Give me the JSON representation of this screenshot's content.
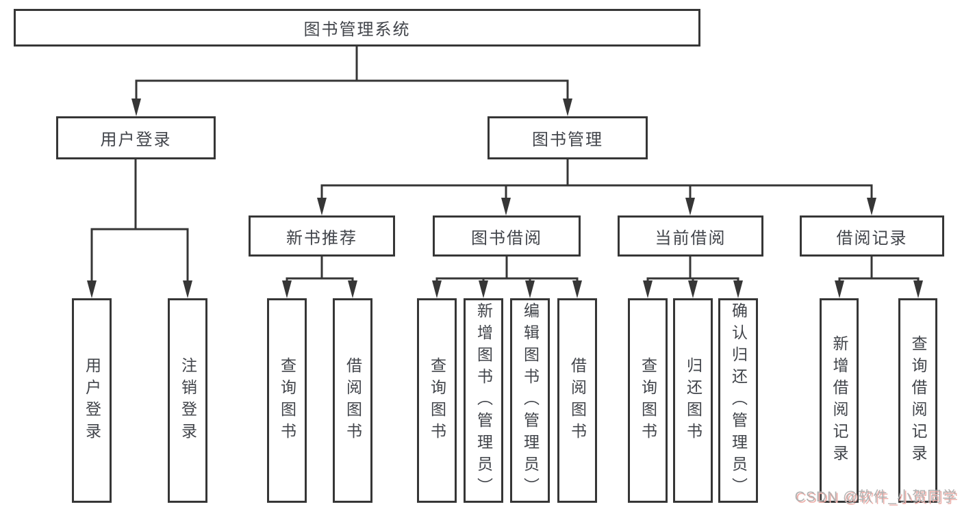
{
  "diagram_title": "图书管理系统",
  "nodes": {
    "root": "图书管理系统",
    "user_login": "用户登录",
    "book_mgmt": "图书管理",
    "new_book_rec": "新书推荐",
    "book_borrow": "图书借阅",
    "current_borrow": "当前借阅",
    "borrow_records": "借阅记录",
    "leaf_user_login": "用户登录",
    "leaf_logout": "注销登录",
    "leaf_query_books_1": "查询图书",
    "leaf_borrow_books_1": "借阅图书",
    "leaf_query_books_2": "查询图书",
    "leaf_add_book": "新增图书（管理员）",
    "leaf_edit_book": "编辑图书（管理员）",
    "leaf_borrow_books_2": "借阅图书",
    "leaf_query_books_3": "查询图书",
    "leaf_return_book": "归还图书",
    "leaf_confirm_return": "确认归还（管理员）",
    "leaf_add_borrow_record": "新增借阅记录",
    "leaf_query_borrow_record": "查询借阅记录"
  },
  "hierarchy": {
    "图书管理系统": {
      "用户登录": [
        "用户登录",
        "注销登录"
      ],
      "图书管理": {
        "新书推荐": [
          "查询图书",
          "借阅图书"
        ],
        "图书借阅": [
          "查询图书",
          "新增图书（管理员）",
          "编辑图书（管理员）",
          "借阅图书"
        ],
        "当前借阅": [
          "查询图书",
          "归还图书",
          "确认归还（管理员）"
        ],
        "借阅记录": [
          "新增借阅记录",
          "查询借阅记录"
        ]
      }
    }
  },
  "watermark": {
    "text": "CSDN @软件_小贺同学"
  },
  "colors": {
    "line": "#363636",
    "box_border": "#363636",
    "box_fill": "#ffffff",
    "text": "#41444a",
    "background": "#ffffff",
    "watermark_text": "#b1b1b1",
    "watermark_shadow": "#eeb0ab"
  }
}
